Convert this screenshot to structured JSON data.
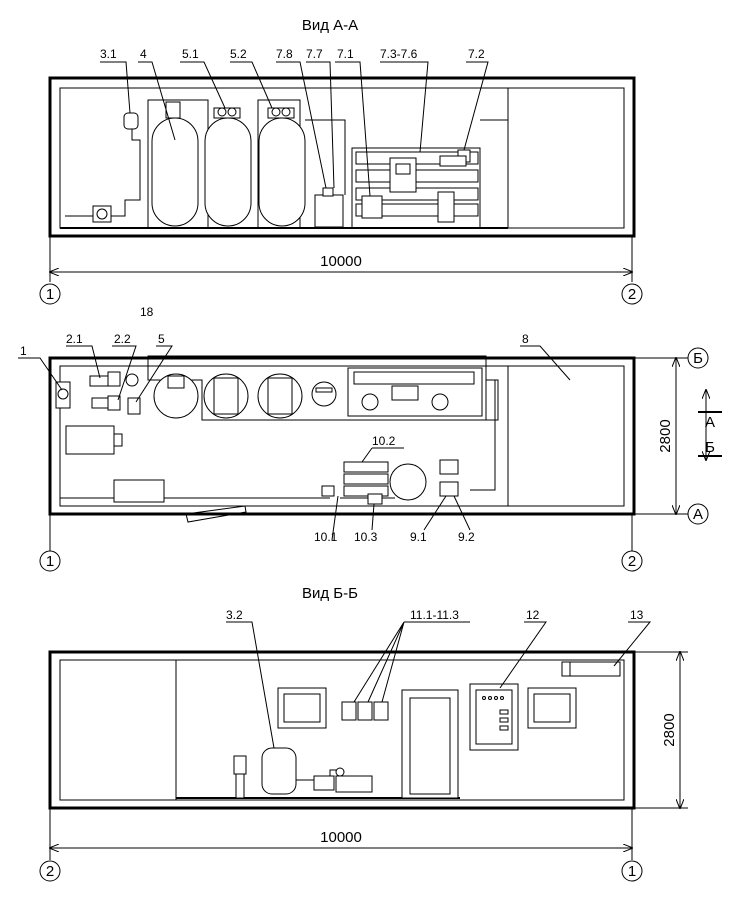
{
  "views": {
    "aa": {
      "title": "Вид А-А",
      "overall_length": "10000",
      "callouts": [
        "3.1",
        "4",
        "5.1",
        "5.2",
        "7.8",
        "7.7",
        "7.1",
        "7.3-7.6",
        "7.2"
      ]
    },
    "plan": {
      "note": "18",
      "height": "2800",
      "callouts_top": [
        "1",
        "2.1",
        "2.2",
        "5",
        "8"
      ],
      "callouts_bottom": [
        "10.2",
        "10.1",
        "10.3",
        "9.1",
        "9.2"
      ],
      "axis_b": "Б",
      "axis_a": "А",
      "section_marks": [
        "А",
        "Б"
      ]
    },
    "bb": {
      "title": "Вид Б-Б",
      "overall_length": "10000",
      "height": "2800",
      "callouts": [
        "3.2",
        "11.1-11.3",
        "12",
        "13"
      ]
    }
  },
  "axes": {
    "left": "1",
    "right": "2"
  }
}
